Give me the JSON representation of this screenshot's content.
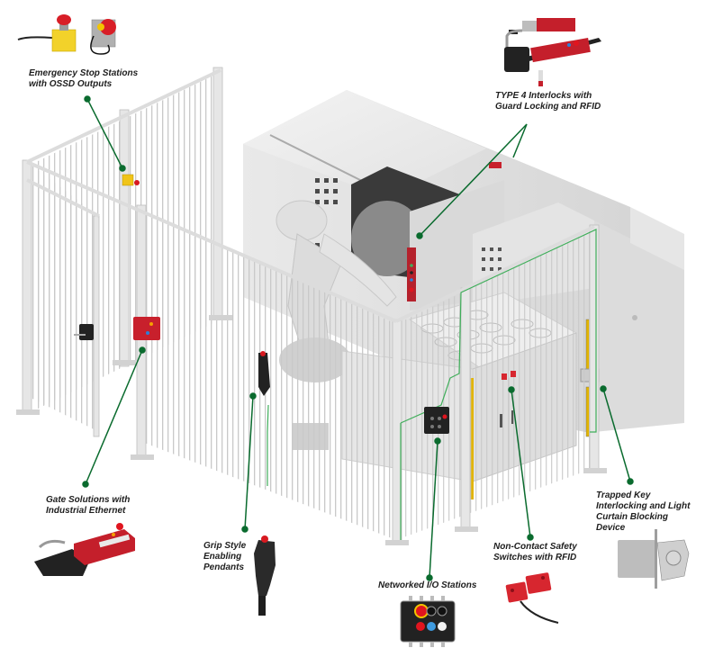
{
  "diagram": {
    "title": "Machine safeguarding cell with safety products",
    "accent_color": "#0a6b2e",
    "callouts": [
      {
        "id": "estop",
        "lines": [
          "Emergency Stop Stations",
          "with OSSD Outputs"
        ],
        "product": "emergency-stop-stations"
      },
      {
        "id": "type4",
        "lines": [
          "TYPE 4 Interlocks with",
          "Guard Locking and RFID"
        ],
        "product": "guard-locking-interlocks"
      },
      {
        "id": "gate",
        "lines": [
          "Gate Solutions with",
          "Industrial Ethernet"
        ],
        "product": "gate-solution"
      },
      {
        "id": "grip",
        "lines": [
          "Grip Style",
          "Enabling",
          "Pendants"
        ],
        "product": "enabling-pendant"
      },
      {
        "id": "io",
        "lines": [
          "Networked I/O Stations"
        ],
        "product": "io-station"
      },
      {
        "id": "noncontact",
        "lines": [
          "Non-Contact Safety",
          "Switches with RFID"
        ],
        "product": "non-contact-switches"
      },
      {
        "id": "trapped",
        "lines": [
          "Trapped Key",
          "Interlocking and Light",
          "Curtain Blocking",
          "Device"
        ],
        "product": "trapped-key-device"
      }
    ]
  }
}
